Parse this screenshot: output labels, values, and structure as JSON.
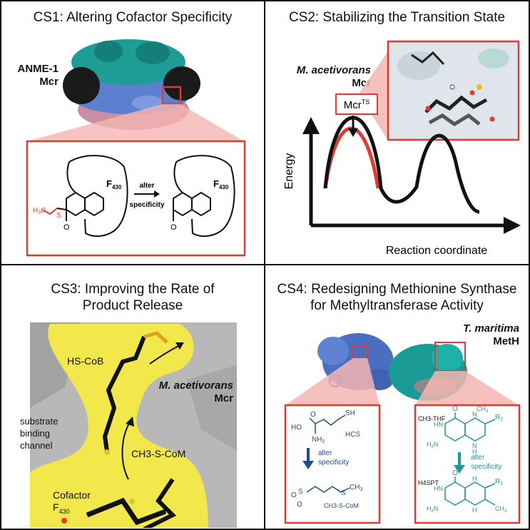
{
  "cs1": {
    "title": "CS1: Altering Cofactor Specificity",
    "enzyme_line1": "ANME-1",
    "enzyme_line2": "Mcr",
    "cofactor_label": "F",
    "cofactor_sub": "430",
    "arrow_label_top": "alter",
    "arrow_label_bottom": "specificity",
    "substituent_label": "H3C—S"
  },
  "cs2": {
    "title": "CS2: Stabilizing the Transition State",
    "organism": "M. acetivorans",
    "enzyme": "Mcr",
    "ts_label": "Mcr",
    "ts_superscript": "TS",
    "ylabel": "Energy",
    "xlabel": "Reaction coordinate"
  },
  "cs3": {
    "title_line1": "CS3: Improving the Rate of",
    "title_line2": "Product Release",
    "hs_cob": "HS-CoB",
    "organism": "M. acetivorans",
    "enzyme": "Mcr",
    "channel_line1": "substrate",
    "channel_line2": "binding",
    "channel_line3": "channel",
    "ch3_s_com": "CH3-S-CoM",
    "cofactor_line1": "Cofactor",
    "cofactor_line2": "F",
    "cofactor_sub": "430"
  },
  "cs4": {
    "title_line1": "CS4: Redesigning Methionine Synthase",
    "title_line2": "for Methyltransferase Activity",
    "organism": "T. maritima",
    "enzyme": "MetH",
    "hcs": "HCS",
    "alter": "alter",
    "specificity": "specificity",
    "ch3_s_com": "CH3-S-CoM",
    "ch3_thf": "CH3-THF",
    "h4spt": "H4SPT",
    "r2": "R2",
    "r1": "R1"
  },
  "colors": {
    "red": "#e03a32",
    "teal": "#1a9b95",
    "blue": "#4a6fc0",
    "yellow": "#f2e84c",
    "navy": "#1f4f8a",
    "gray": "#9a9a9a"
  }
}
